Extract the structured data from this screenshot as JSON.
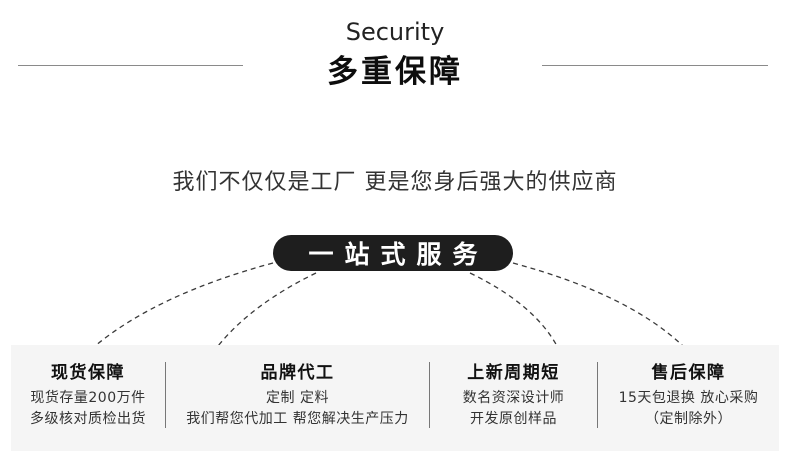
{
  "header": {
    "subtitle": "Security",
    "title": "多重保障"
  },
  "tagline": "我们不仅仅是工厂 更是您身后强大的供应商",
  "badge": {
    "label": "一站式服务"
  },
  "columns": [
    {
      "title": "现货保障",
      "lines": [
        "现货存量200万件",
        "多级核对质检出货"
      ]
    },
    {
      "title": "品牌代工",
      "lines": [
        "定制 定料",
        "我们帮您代加工 帮您解决生产压力"
      ]
    },
    {
      "title": "上新周期短",
      "lines": [
        "数名资深设计师",
        "开发原创样品"
      ]
    },
    {
      "title": "售后保障",
      "lines": [
        "15天包退换 放心采购",
        "（定制除外）"
      ]
    }
  ],
  "colors": {
    "badge_bg": "#1e1e1e",
    "panel_bg": "#f5f5f5",
    "title_text": "#0d0d0d",
    "body_text": "#333333",
    "rule_line": "#8a8a8a",
    "curve_line": "#3a3a3a"
  }
}
